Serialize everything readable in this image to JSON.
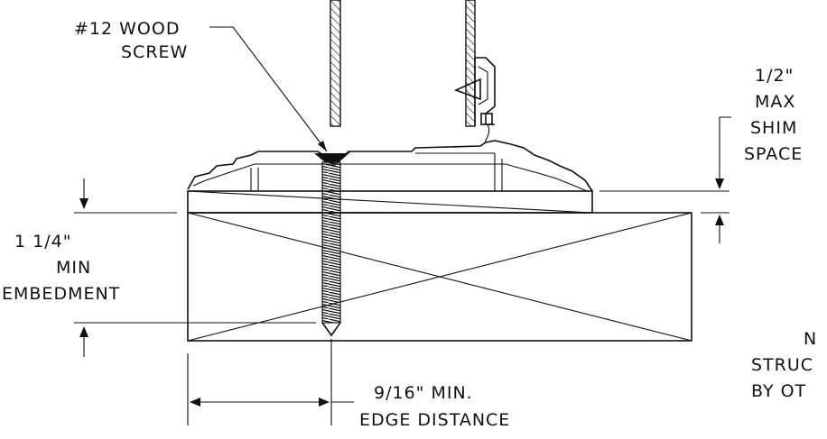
{
  "labels": {
    "screw_line1": "#12 WOOD",
    "screw_line2": "SCREW",
    "shim_line1": "1/2\"",
    "shim_line2": "MAX",
    "shim_line3": "SHIM",
    "shim_line4": "SPACE",
    "embed_line1": "1 1/4\"",
    "embed_line2": "MIN",
    "embed_line3": "EMBEDMENT",
    "edge_line1": "9/16\" MIN.",
    "edge_line2": "EDGE DISTANCE",
    "struct_line1": "N",
    "struct_line2": "STRUC",
    "struct_line3": "BY OT"
  },
  "colors": {
    "ink": "#111111",
    "background": "#ffffff"
  }
}
